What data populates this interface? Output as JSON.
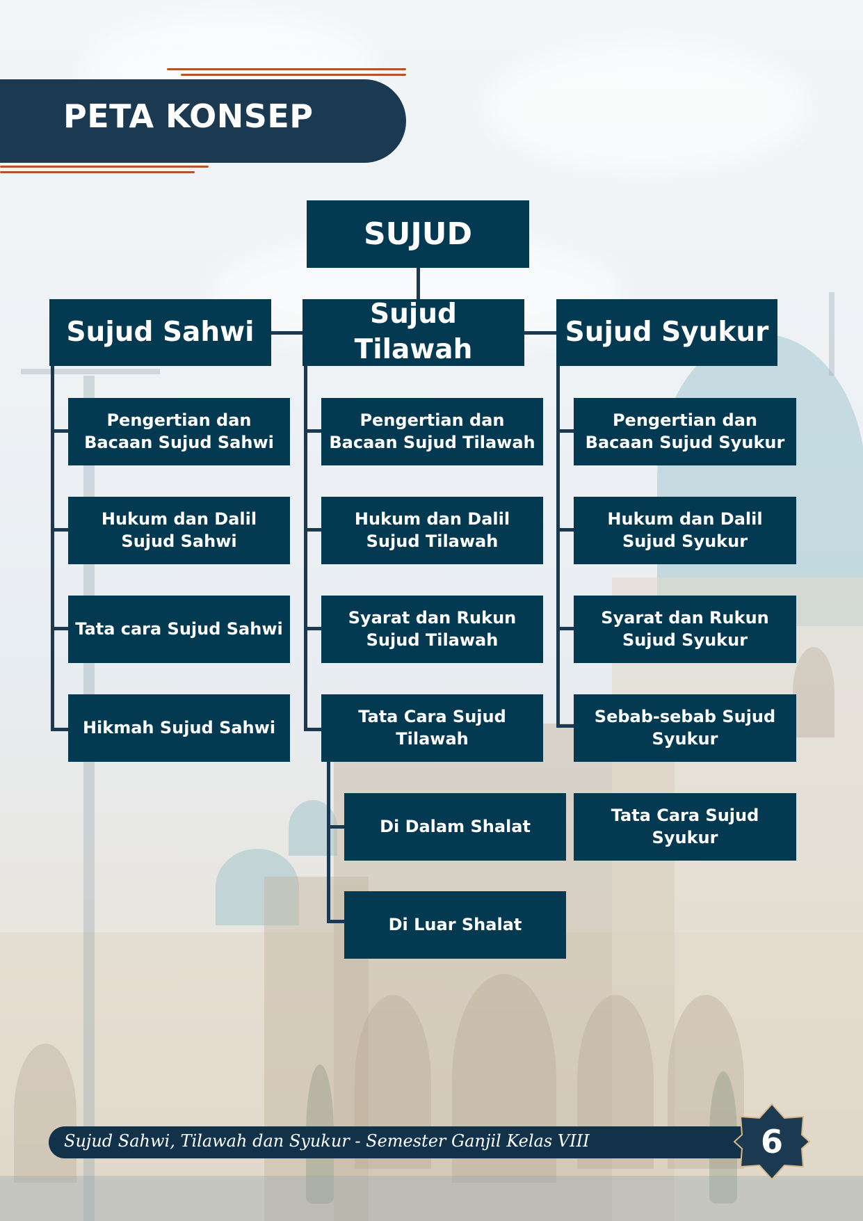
{
  "header": {
    "title": "PETA KONSEP"
  },
  "colors": {
    "box": "#033a52",
    "banner": "#1b3a52",
    "accent": "#b5532a"
  },
  "diagram": {
    "root": "SUJUD",
    "branches": [
      {
        "label": "Sujud Sahwi",
        "items": [
          "Pengertian dan Bacaan Sujud Sahwi",
          "Hukum dan Dalil Sujud Sahwi",
          "Tata cara Sujud Sahwi",
          "Hikmah Sujud Sahwi"
        ]
      },
      {
        "label": "Sujud Tilawah",
        "items": [
          "Pengertian dan Bacaan Sujud Tilawah",
          "Hukum dan Dalil Sujud Tilawah",
          "Syarat dan Rukun Sujud Tilawah",
          "Tata Cara Sujud Tilawah"
        ],
        "sub_items": [
          "Di Dalam Shalat",
          "Di Luar Shalat"
        ]
      },
      {
        "label": "Sujud Syukur",
        "items": [
          "Pengertian dan Bacaan Sujud Syukur",
          "Hukum dan Dalil Sujud Syukur",
          "Syarat dan Rukun Sujud Syukur",
          "Sebab-sebab Sujud Syukur",
          "Tata Cara Sujud Syukur"
        ]
      }
    ]
  },
  "footer": {
    "text": "Sujud Sahwi, Tilawah dan Syukur - Semester Ganjil Kelas VIII",
    "page_number": "6"
  }
}
